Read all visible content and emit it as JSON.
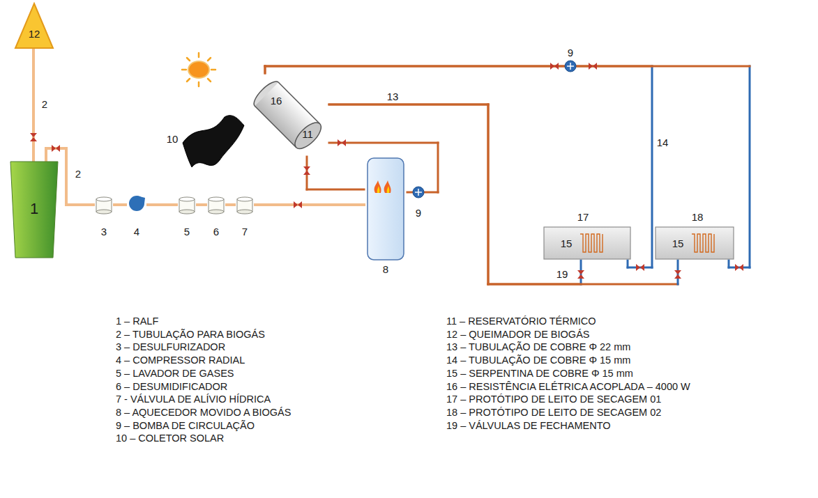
{
  "diagram": {
    "nodes": [
      {
        "text": [
          "12"
        ]
      },
      {
        "text": [
          "1"
        ]
      },
      {
        "text": [
          "3"
        ]
      },
      {
        "text": [
          "4"
        ]
      },
      {
        "text": [
          "5"
        ]
      },
      {
        "text": [
          "6"
        ]
      },
      {
        "text": [
          "7"
        ]
      },
      {
        "text": [
          "8"
        ]
      },
      {
        "text": [
          "16",
          "11"
        ]
      },
      {
        "text": [
          "17",
          "15"
        ]
      },
      {
        "text": [
          "18",
          "15"
        ]
      }
    ],
    "edges": [
      {
        "from": 1,
        "to": 0,
        "arrow": "none",
        "label": "2"
      },
      {
        "from": 1,
        "to": 2,
        "arrow": "none",
        "label": "2"
      },
      {
        "from": 2,
        "to": 3,
        "arrow": "none"
      },
      {
        "from": 3,
        "to": 4,
        "arrow": "none"
      },
      {
        "from": 4,
        "to": 5,
        "arrow": "none"
      },
      {
        "from": 5,
        "to": 6,
        "arrow": "none"
      },
      {
        "from": 6,
        "to": 7,
        "arrow": "none"
      },
      {
        "from": 8,
        "to": 7,
        "arrow": "none"
      },
      {
        "from": 7,
        "to": 8,
        "arrow": "none"
      },
      {
        "from": 8,
        "to": 9,
        "arrow": "none",
        "label": "13"
      },
      {
        "from": 8,
        "to": 10,
        "arrow": "none"
      },
      {
        "from": 9,
        "to": 8,
        "arrow": "none",
        "label": "14"
      },
      {
        "from": 10,
        "to": 8,
        "arrow": "none"
      }
    ],
    "labels": [
      "9",
      "9",
      "10",
      "19",
      "1 – RALF",
      "2 – TUBULAÇÃO PARA BIOGÁS",
      "3 – DESULFURIZADOR",
      "4 – COMPRESSOR RADIAL",
      "5 – LAVADOR DE GASES",
      "6 – DESUMIDIFICADOR",
      "7 - VÁLVULA DE ALÍVIO HÍDRICA",
      "8 – AQUECEDOR MOVIDO A BIOGÁS",
      "9 – BOMBA DE CIRCULAÇÃO",
      "10 – COLETOR SOLAR",
      "11 – RESERVATÓRIO TÉRMICO",
      "12 – QUEIMADOR DE BIOGÁS",
      "13 – TUBULAÇÃO DE COBRE Φ 22 mm",
      "14 – TUBULAÇÃO DE COBRE Φ 15 mm",
      "15 – SERPENTINA DE COBRE Φ 15 mm",
      "16 – RESISTÊNCIA ELÉTRICA ACOPLADA – 4000 W",
      "17 – PROTÓTIPO DE LEITO DE SECAGEM 01",
      "18 – PROTÓTIPO DE LEITO DE SECAGEM 02",
      "19 – VÁLVULAS DE FECHAMENTO"
    ]
  }
}
